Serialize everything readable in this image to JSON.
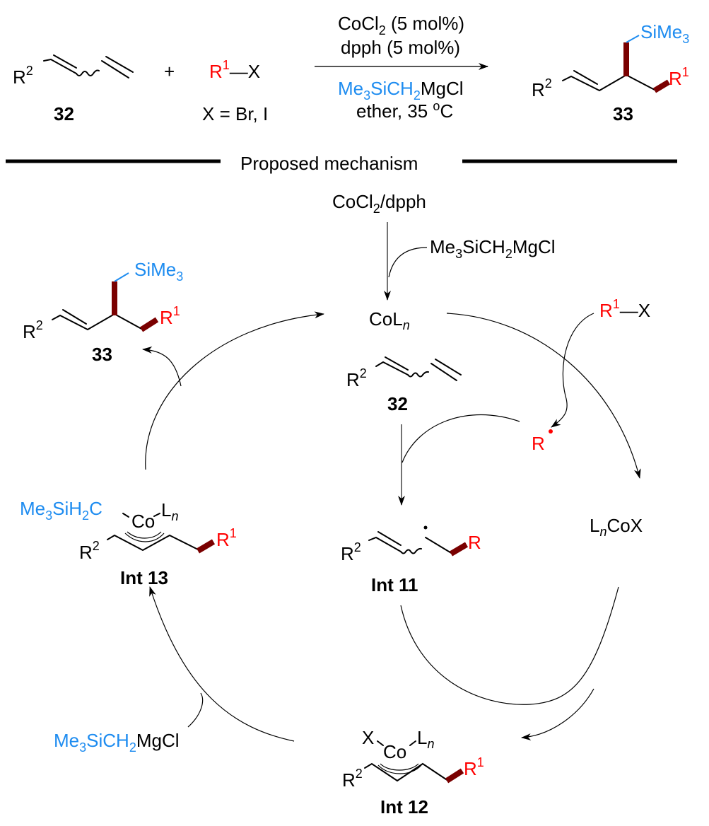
{
  "colors": {
    "reagent_blue": "#1e8cf0",
    "substituent_red": "#ff0000",
    "new_bond_darkred": "#7a0000"
  },
  "scheme": {
    "reactant_diene": {
      "label": "32",
      "substituent": "R",
      "substituent_sup": "2"
    },
    "plus": "+",
    "halide": {
      "r": "R",
      "r_sup": "1",
      "bond": "—",
      "x": "X",
      "note": "X = Br, I"
    },
    "conditions": {
      "line1_a": "CoCl",
      "line1_sub": "2",
      "line1_b": " (5 mol%)",
      "line2": "dpph (5 mol%)",
      "line3_a": "Me",
      "line3_sub1": "3",
      "line3_b": "SiCH",
      "line3_sub2": "2",
      "line3_c": "MgCl",
      "line4_a": "ether, 35 ",
      "line4_sup": "o",
      "line4_b": "C"
    },
    "product": {
      "label": "33",
      "silyl": "SiMe",
      "silyl_sub": "3",
      "r1": "R",
      "r1_sup": "1",
      "r2": "R",
      "r2_sup": "2"
    }
  },
  "section_title": "Proposed mechanism",
  "mechanism": {
    "precatalyst": {
      "a": "CoCl",
      "sub": "2",
      "b": "/dpph"
    },
    "activator": {
      "a": "Me",
      "sub1": "3",
      "b": "SiCH",
      "sub2": "2",
      "c": "MgCl"
    },
    "catalyst": {
      "a": "CoL",
      "n": "n"
    },
    "diene": {
      "label": "32",
      "r": "R",
      "r_sup": "2"
    },
    "halide": {
      "r": "R",
      "r_sup": "1",
      "bond": "—",
      "x": "X"
    },
    "radical": {
      "r": "R",
      "dot": "•"
    },
    "cobalt_halide": {
      "l": "L",
      "n": "n",
      "b": "CoX"
    },
    "int11": {
      "label": "Int 11",
      "r2": "R",
      "r2_sup": "2",
      "r": "R",
      "dot": "•"
    },
    "int12": {
      "label": "Int 12",
      "x": "X",
      "co": "Co",
      "l": "L",
      "n": "n",
      "r2": "R",
      "r2_sup": "2",
      "r1": "R",
      "r1_sup": "1"
    },
    "int13": {
      "label": "Int 13",
      "ligand_a": "Me",
      "ligand_sub1": "3",
      "ligand_b": "SiH",
      "ligand_sub2": "2",
      "ligand_c": "C",
      "co": "Co",
      "l": "L",
      "n": "n",
      "r2": "R",
      "r2_sup": "2",
      "r1": "R",
      "r1_sup": "1"
    },
    "product": {
      "label": "33",
      "silyl": "SiMe",
      "silyl_sub": "3",
      "r1": "R",
      "r1_sup": "1",
      "r2": "R",
      "r2_sup": "2"
    },
    "transmetalation_reagent": {
      "a": "Me",
      "sub1": "3",
      "b": "SiCH",
      "sub2": "2",
      "c": "MgCl"
    }
  }
}
